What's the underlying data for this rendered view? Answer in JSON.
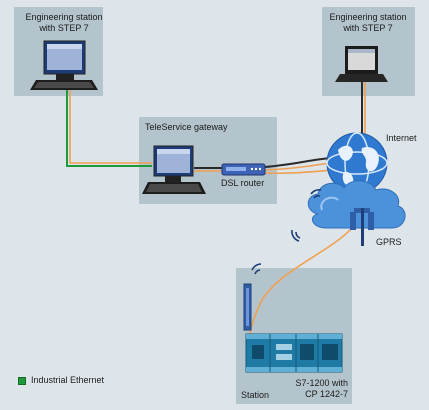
{
  "nodes": {
    "eng_station_left": {
      "line1": "Engineering station",
      "line2": "with STEP 7"
    },
    "eng_station_right": {
      "line1": "Engineering station",
      "line2": "with STEP 7"
    },
    "teleservice_gateway": {
      "label": "TeleService gateway"
    },
    "dsl_router": {
      "label": "DSL router"
    },
    "internet": {
      "label": "Internet"
    },
    "gprs": {
      "label": "GPRS"
    },
    "station": {
      "label": "Station",
      "device_line1": "S7-1200 with",
      "device_line2": "CP 1242-7"
    }
  },
  "legend": {
    "industrial_ethernet": "Industrial Ethernet"
  },
  "colors": {
    "box": "#b4c4cc",
    "industrial_ethernet": "#1f9a3a",
    "teleservice_link": "#f0a050",
    "cable_dark": "#2a2a2a"
  }
}
